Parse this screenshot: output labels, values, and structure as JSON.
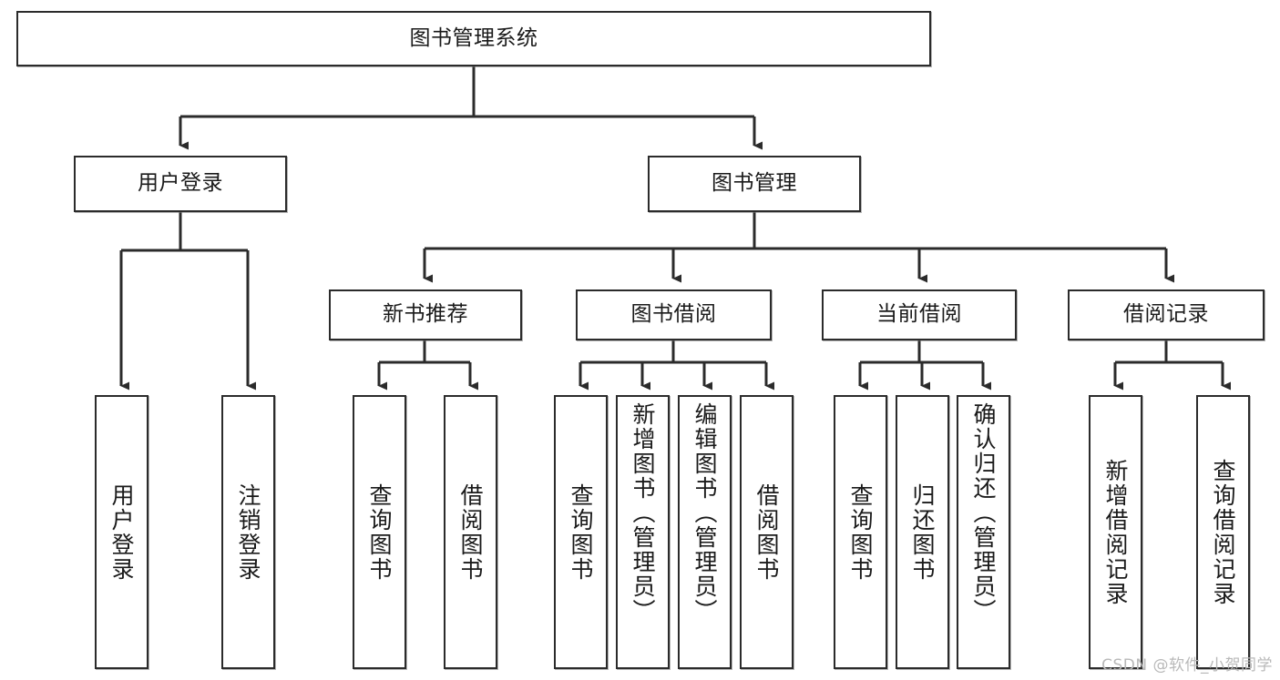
{
  "diagram": {
    "title": "图书管理系统",
    "root": {
      "label": "图书管理系统"
    },
    "level2": [
      {
        "label": "用户登录"
      },
      {
        "label": "图书管理"
      }
    ],
    "level3": [
      {
        "label": "新书推荐"
      },
      {
        "label": "图书借阅"
      },
      {
        "label": "当前借阅"
      },
      {
        "label": "借阅记录"
      }
    ],
    "leaves": {
      "user_login": [
        {
          "label": "用户登录"
        },
        {
          "label": "注销登录"
        }
      ],
      "new_book_recommend": [
        {
          "label": "查询图书"
        },
        {
          "label": "借阅图书"
        }
      ],
      "book_borrow": [
        {
          "label": "查询图书"
        },
        {
          "label": "新增图书（管理员）"
        },
        {
          "label": "编辑图书（管理员）"
        },
        {
          "label": "借阅图书"
        }
      ],
      "current_borrow": [
        {
          "label": "查询图书"
        },
        {
          "label": "归还图书"
        },
        {
          "label": "确认归还（管理员）"
        }
      ],
      "borrow_record": [
        {
          "label": "新增借阅记录"
        },
        {
          "label": "查询借阅记录"
        }
      ]
    }
  },
  "watermark": {
    "text": "CSDN @软件_小贺同学"
  },
  "colors": {
    "border": "#2b2b2b",
    "text": "#1a1a1a",
    "background": "#ffffff",
    "watermark": "#b9b9b9"
  }
}
